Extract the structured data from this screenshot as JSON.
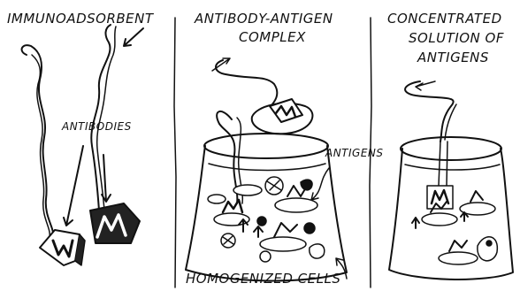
{
  "panels": [
    {
      "id": "immunoadsorbent",
      "labels": {
        "title": "IMMUNOADSORBENT",
        "antibodies": "ANTIBODIES"
      }
    },
    {
      "id": "binding",
      "labels": {
        "title_line1": "ANTIBODY-ANTIGEN",
        "title_line2": "COMPLEX",
        "antigens": "ANTIGENS",
        "bottom": "HOMOGENIZED CELLS"
      }
    },
    {
      "id": "eluate",
      "labels": {
        "line1": "CONCENTRATED",
        "line2": "SOLUTION OF",
        "line3": "ANTIGENS"
      }
    }
  ],
  "colors": {
    "ink": "#111111",
    "paper": "#ffffff"
  }
}
